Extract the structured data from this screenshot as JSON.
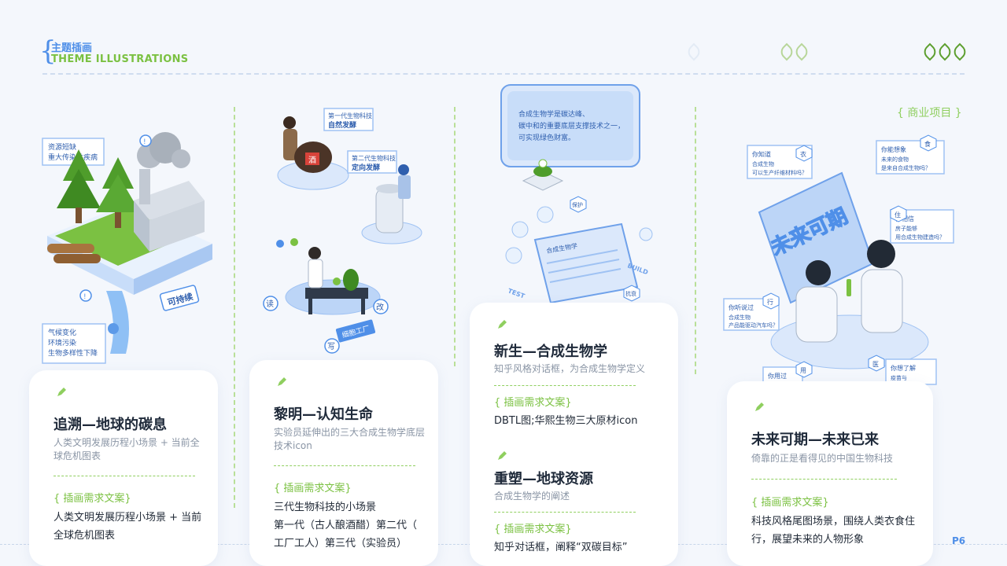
{
  "header": {
    "title_cn": "主题插画",
    "title_en": "THEME ILLUSTRATIONS"
  },
  "business_tag": "{ 商业项目 }",
  "page_number": "P6",
  "callouts": {
    "c1_top": [
      "资源短缺",
      "重大传染性疾病"
    ],
    "c1_bottom": [
      "气候变化",
      "环境污染",
      "生物多样性下降"
    ],
    "c1_sign": "可持续",
    "c2_first": [
      "第一代生物科技",
      "自然发酵"
    ],
    "c2_second": [
      "第二代生物科技",
      "定向发酵"
    ],
    "c2_jar": "酒",
    "c2_chars": [
      "读",
      "写",
      "改"
    ],
    "c2_lab": "细胞工厂",
    "c3_screen": [
      "合成生物学是碳达峰、",
      "碳中和的重要底层支撑技术之一，",
      "可实现绿色财富。"
    ],
    "c3_board_title": "合成生物学",
    "c3_tags": [
      "TEST",
      "BUILD",
      "保护",
      "抗衰"
    ],
    "c4_screen": "未来可期",
    "c4_q1": [
      "你知道",
      "合成生物",
      "可以生产纤维材料吗？"
    ],
    "c4_q2": [
      "你能想象",
      "未来的食物",
      "是来自合成生物吗？"
    ],
    "c4_q3": [
      "你相信",
      "房子能够",
      "用合成生物建造吗？"
    ],
    "c4_q4": [
      "你听说过",
      "合成生物",
      "产品能驱动汽车吗？"
    ],
    "c4_q5": "你用过",
    "c4_q6": [
      "你想了解",
      "疫苗与"
    ],
    "c4_badges": [
      "衣",
      "食",
      "住",
      "行",
      "用",
      "医"
    ]
  },
  "cards": [
    {
      "title": "追溯—地球的碳息",
      "subtitle": "人类文明发展历程小场景 + 当前全球危机图表",
      "label": "{ 插画需求文案}",
      "body": "人类文明发展历程小场景 + 当前全球危机图表"
    },
    {
      "title": "黎明—认知生命",
      "subtitle": "实验员延伸出的三大合成生物学底层技术icon",
      "label": "{ 插画需求文案}",
      "body_lines": [
        "三代生物科技的小场景",
        "第一代（古人酿酒醋）第二代（",
        "工厂工人）第三代（实验员）"
      ]
    },
    {
      "title": "新生—合成生物学",
      "subtitle": "知乎风格对话框，为合成生物学定义",
      "label": "{ 插画需求文案}",
      "body": "DBTL图;华熙生物三大原材icon",
      "title2": "重塑—地球资源",
      "subtitle2": "合成生物学的阐述",
      "label2": "{ 插画需求文案}",
      "body2": "知乎对话框，阐释“双碳目标”"
    },
    {
      "title": "未来可期—未来已来",
      "subtitle": "倚靠的正是看得见的中国生物科技",
      "label": "{ 插画需求文案}",
      "body": "科技风格尾图场景，围绕人类衣食住行，展望未来的人物形象"
    }
  ],
  "colors": {
    "blue": "#4f8fe8",
    "green": "#7bc142",
    "light_blue": "#dbe8fb"
  }
}
